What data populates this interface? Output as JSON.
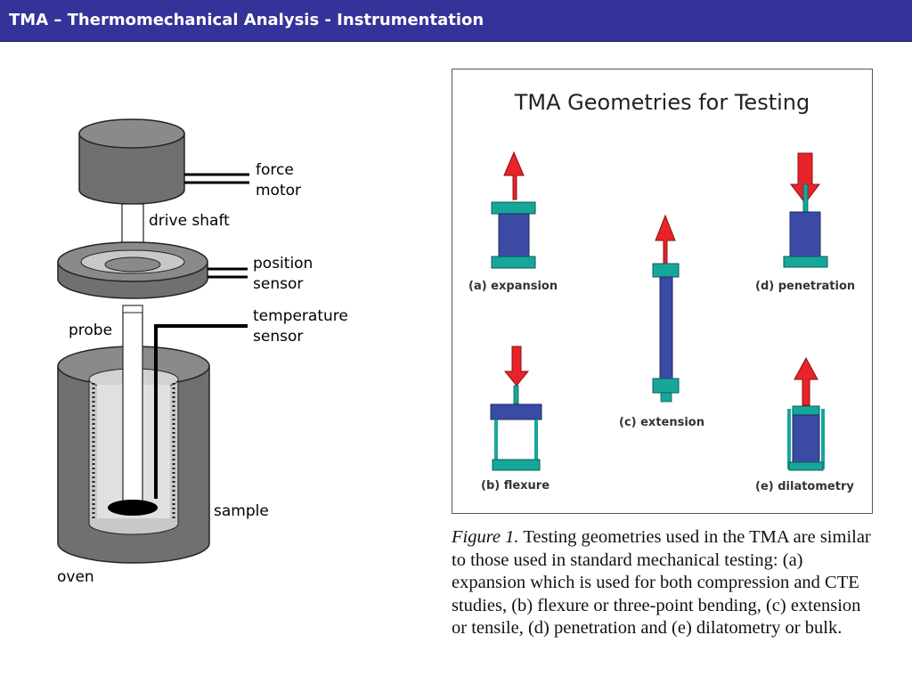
{
  "slide": {
    "title": "TMA – Thermomechanical Analysis - Instrumentation"
  },
  "apparatus": {
    "labels": {
      "force_motor_line1": "force",
      "force_motor_line2": "motor",
      "drive_shaft": "drive shaft",
      "position_sensor_line1": "position",
      "position_sensor_line2": "sensor",
      "temperature_sensor_line1": "temperature",
      "temperature_sensor_line2": "sensor",
      "probe": "probe",
      "sample": "sample",
      "oven": "oven"
    },
    "colors": {
      "body": "#707070",
      "top": "#8a8a8a",
      "outline": "#222222",
      "inner_wall": "#c8c8c8",
      "shaft": "#ffffff",
      "sample": "#000000"
    }
  },
  "geometries_figure": {
    "title": "TMA Geometries for Testing",
    "labels": {
      "a": "(a) expansion",
      "b": "(b) flexure",
      "c": "(c) extension",
      "d": "(d) penetration",
      "e": "(e) dilatometry"
    },
    "colors": {
      "arrow": "#e8232a",
      "specimen": "#3b4ba3",
      "fixture": "#16a79a"
    }
  },
  "caption": {
    "figure_number": "Figure 1.",
    "text": "Testing geometries used in the TMA are similar to those used in standard mechanical testing: (a) expansion which is used for both compression and CTE studies, (b) flexure or three-point bending, (c) extension or tensile, (d) penetration and (e) dilatometry or bulk."
  }
}
